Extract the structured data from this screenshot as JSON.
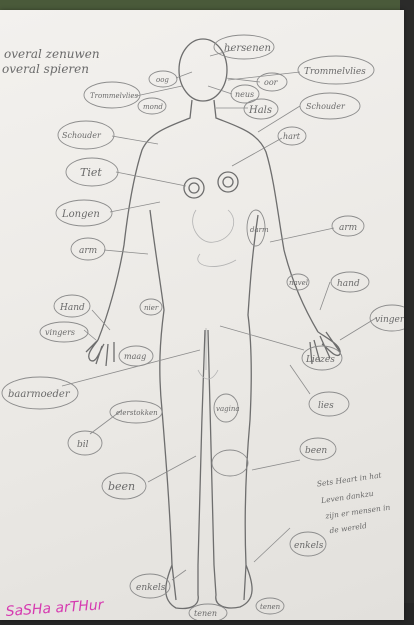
{
  "header_notes": {
    "line1": "overal zenuwen",
    "line2": "overal spieren"
  },
  "labels": [
    {
      "key": "hersenen",
      "text": "hersenen"
    },
    {
      "key": "trommelvlies-right",
      "text": "Trommelvlies"
    },
    {
      "key": "trommelvlies-left",
      "text": "Trommelvlies"
    },
    {
      "key": "oog",
      "text": "oog"
    },
    {
      "key": "oor",
      "text": "oor"
    },
    {
      "key": "neus",
      "text": "neus"
    },
    {
      "key": "mond",
      "text": "mond"
    },
    {
      "key": "hals",
      "text": "Hals"
    },
    {
      "key": "schouder-left",
      "text": "Schouder"
    },
    {
      "key": "schouder-right",
      "text": "Schouder"
    },
    {
      "key": "hart",
      "text": "hart"
    },
    {
      "key": "tiet",
      "text": "Tiet"
    },
    {
      "key": "longen",
      "text": "Longen"
    },
    {
      "key": "arm-left",
      "text": "arm"
    },
    {
      "key": "arm-right",
      "text": "arm"
    },
    {
      "key": "hand-left",
      "text": "Hand"
    },
    {
      "key": "hand-right",
      "text": "hand"
    },
    {
      "key": "vingers-left",
      "text": "vingers"
    },
    {
      "key": "vingers-right",
      "text": "vingers"
    },
    {
      "key": "maag",
      "text": "maag"
    },
    {
      "key": "nier",
      "text": "nier"
    },
    {
      "key": "darm",
      "text": "darm"
    },
    {
      "key": "baarmoeder",
      "text": "baarmoeder"
    },
    {
      "key": "navel",
      "text": "navel"
    },
    {
      "key": "liezen",
      "text": "Liezes"
    },
    {
      "key": "lies",
      "text": "lies"
    },
    {
      "key": "bil",
      "text": "bil"
    },
    {
      "key": "eierstokken",
      "text": "eierstokken"
    },
    {
      "key": "vagina",
      "text": "vagina"
    },
    {
      "key": "been-left",
      "text": "been"
    },
    {
      "key": "been-right",
      "text": "been"
    },
    {
      "key": "enkels-left",
      "text": "enkels"
    },
    {
      "key": "enkels-right",
      "text": "enkels"
    },
    {
      "key": "tenen-left",
      "text": "tenen"
    },
    {
      "key": "tenen-right",
      "text": "tenen"
    }
  ],
  "side_note": [
    "Sets Heart in hat",
    "Leven dankzu",
    "zijn er mensen in",
    "de wereld"
  ],
  "signature": "SaSHa arTHur"
}
